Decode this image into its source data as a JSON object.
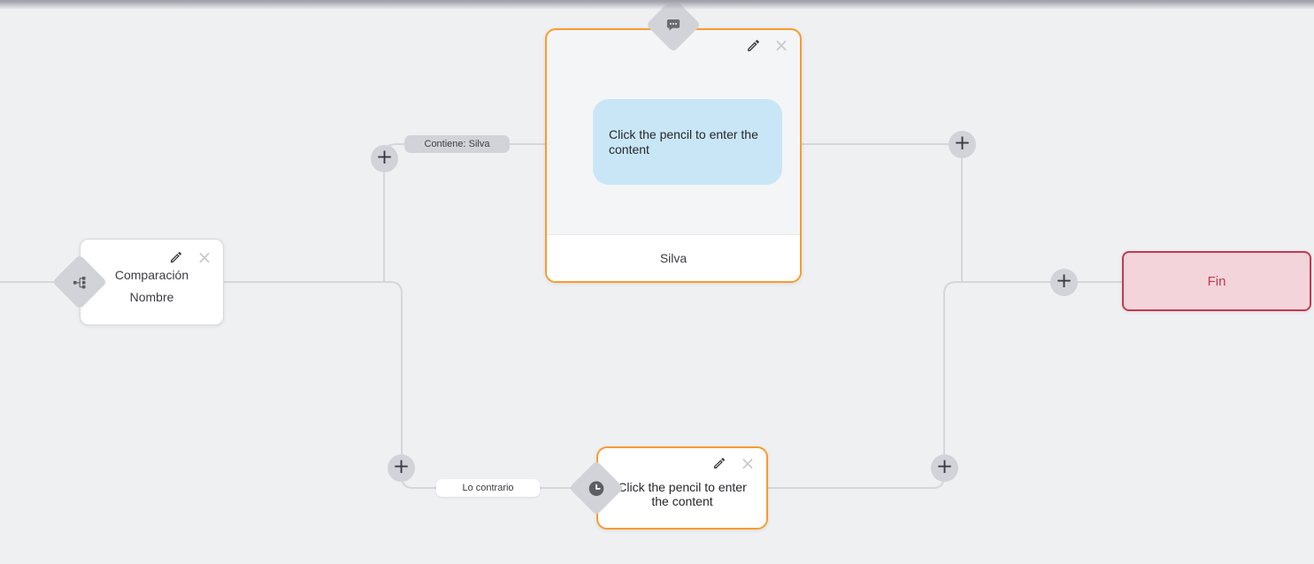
{
  "controls": {
    "add_symbol": "+",
    "close_symbol": "×"
  },
  "edges": {
    "contains_label": "Contiene: Silva",
    "otherwise_label": "Lo contrario"
  },
  "flow": {
    "condition_node": {
      "title": "Comparación",
      "subtitle": "Nombre"
    },
    "message_node": {
      "bubble_text": "Click the pencil to enter the content",
      "output_label": "Silva"
    },
    "action_node": {
      "text": "Click the pencil to enter the content"
    },
    "end_node": {
      "label": "Fin"
    }
  },
  "colors": {
    "accent_orange": "#f89c2f",
    "end_red": "#c23a52",
    "end_bg": "#f3d4da",
    "bubble_blue": "#c9e6f7",
    "line_gray": "#d5d6da",
    "badge_gray": "#d2d3d8"
  }
}
